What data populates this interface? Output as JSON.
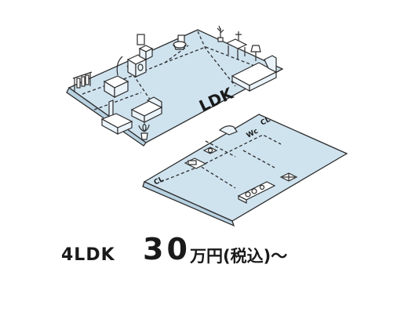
{
  "illustration": {
    "upper_floor_label": "LDK",
    "closet_labels": [
      "CL",
      "CL"
    ],
    "wc_label": "Wc"
  },
  "caption": {
    "plan_type": "4LDK",
    "price_number": "30",
    "price_unit": "万円(税込)～"
  },
  "colors": {
    "floor": "#cfe3ef",
    "outline": "#2c2c2c",
    "text": "#1a1a1a"
  }
}
